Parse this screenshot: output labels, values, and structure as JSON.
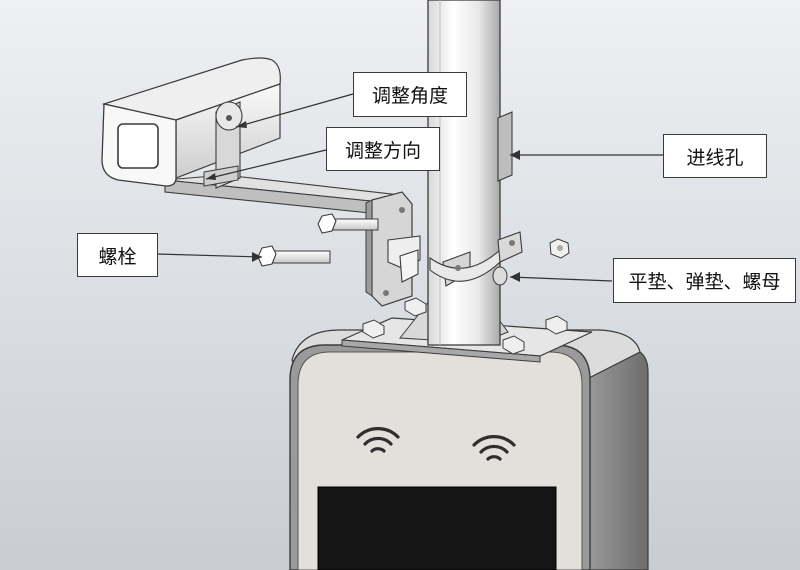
{
  "callouts": {
    "adjust_angle": "调整角度",
    "adjust_direction": "调整方向",
    "cable_hole": "进线孔",
    "bolt": "螺栓",
    "washers_nut": "平垫、弹垫、螺母"
  },
  "colors": {
    "background_top": "#eef0f3",
    "background_bottom": "#c9cdd3",
    "metal_light": "#f2f2f2",
    "metal_mid": "#cfcfcf",
    "metal_dark": "#8e8e8e",
    "outline": "#3c3c3c",
    "panel_face": "#e3dfda",
    "panel_frame": "#8a8a8a",
    "screen": "#151515"
  },
  "icons": [
    "wifi-signal-icon",
    "wifi-signal-icon"
  ]
}
